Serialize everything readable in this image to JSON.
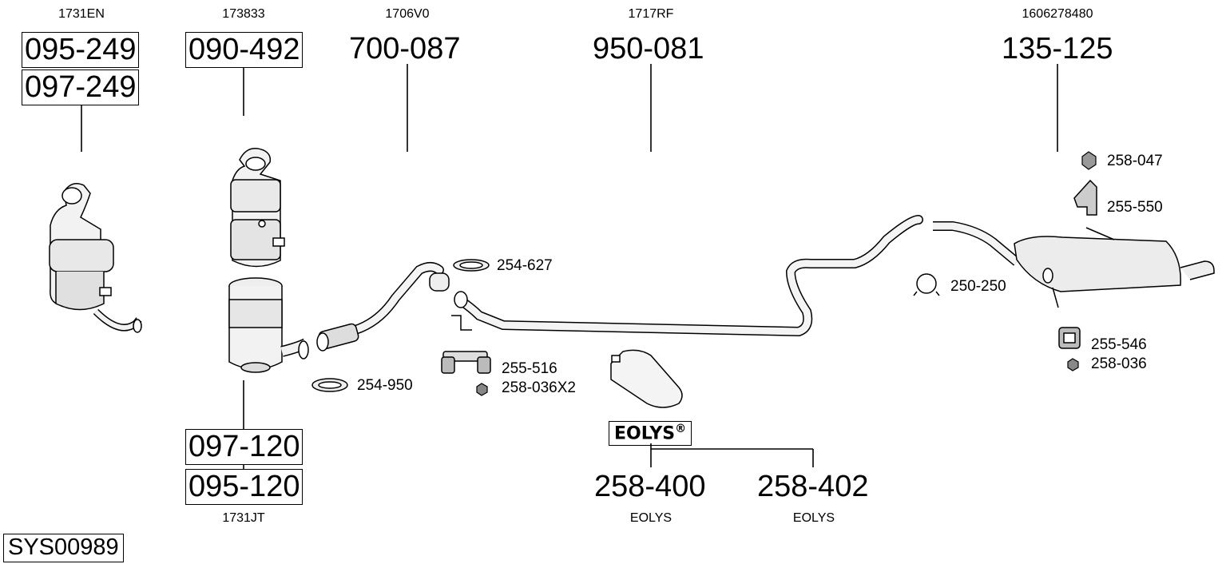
{
  "diagram_id": "SYS00989",
  "columns": [
    {
      "oem": "1731EN",
      "parts": [
        "095-249",
        "097-249"
      ]
    },
    {
      "oem": "173833",
      "parts": [
        "090-492"
      ]
    },
    {
      "oem": "1706V0",
      "parts": [
        "700-087"
      ]
    },
    {
      "oem": "1717RF",
      "parts": [
        "950-081"
      ]
    },
    {
      "oem": "1606278480",
      "parts": [
        "135-125"
      ]
    }
  ],
  "lower_dpf": {
    "parts": [
      "097-120",
      "095-120"
    ],
    "oem": "1731JT"
  },
  "eolys": {
    "brand": "EOLYS",
    "reg_mark": "®",
    "items": [
      {
        "part": "258-400",
        "note": "EOLYS"
      },
      {
        "part": "258-402",
        "note": "EOLYS"
      }
    ]
  },
  "accessories": [
    {
      "id": "254-627"
    },
    {
      "id": "254-950"
    },
    {
      "id": "255-516"
    },
    {
      "id": "258-036X2"
    },
    {
      "id": "250-250"
    },
    {
      "id": "258-047"
    },
    {
      "id": "255-550"
    },
    {
      "id": "255-546"
    },
    {
      "id": "258-036"
    }
  ]
}
